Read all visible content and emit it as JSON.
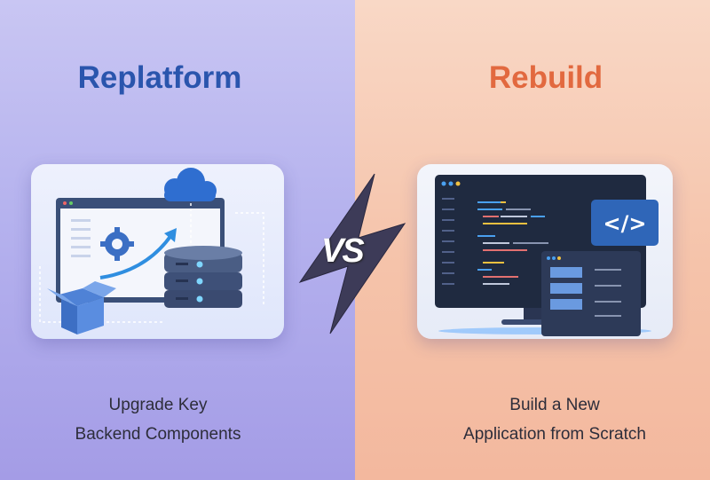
{
  "left": {
    "title": "Replatform",
    "description_line1": "Upgrade Key",
    "description_line2": "Backend Components",
    "accent": "#2a55ad",
    "icons": [
      "monitor-icon",
      "cloud-icon",
      "gear-icon",
      "growth-arrow-icon",
      "server-stack-icon",
      "open-box-icon"
    ]
  },
  "right": {
    "title": "Rebuild",
    "description_line1": "Build a New",
    "description_line2": "Application from Scratch",
    "accent": "#e2693f",
    "code_badge": "</>",
    "icons": [
      "code-editor-monitor-icon",
      "code-tag-icon",
      "app-window-icon"
    ]
  },
  "versus": {
    "label": "VS",
    "icon": "lightning-bolt-icon"
  }
}
